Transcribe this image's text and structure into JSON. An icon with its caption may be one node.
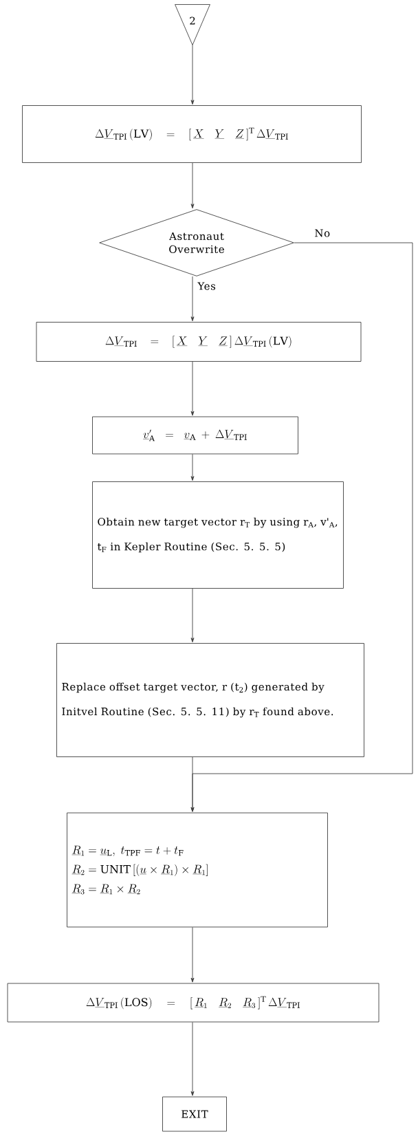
{
  "diagram": {
    "nodes": [
      {
        "text": [
          "2"
        ]
      },
      {
        "text": [
          "\\Delta\\underline{V}_{\\mathrm{TPI}}\\,(\\mathrm{LV}) = [\\,\\underline{X}\\quad\\underline{Y}\\quad\\underline{Z}\\,]^{\\mathrm{T}}\\,\\Delta\\underline{V}_{\\mathrm{TPI}}"
        ]
      },
      {
        "text": [
          "Astronaut Overwrite"
        ]
      },
      {
        "text": [
          "\\Delta\\underline{V}_{\\mathrm{TPI}} = [\\,\\underline{X}\\quad\\underline{Y}\\quad\\underline{Z}\\,]\\,\\Delta\\underline{V}_{\\mathrm{TPI}}\\,(\\mathrm{LV})"
        ]
      },
      {
        "text": [
          "\\underline{v}'_{\\mathrm{A}} = \\underline{v}_{\\mathrm{A}} + \\Delta\\underline{V}_{\\mathrm{TPI}}"
        ]
      },
      {
        "text": [
          "Obtain new target vector r$_{T}$ by using r$_{A}$, v'$_{A}$, t$_{F}$ in Kepler Routine (Sec. 5. 5. 5)"
        ]
      },
      {
        "text": [
          "Replace offset target vector, r (t$_{2}$) generated by Initvel Routine (Sec. 5. 5. 11) by r$_{T}$ found above."
        ]
      },
      {
        "text": [
          "\\underline{R}_1 = \\underline{u}_{\\mathrm{L}},\\; t_{\\mathrm{TPF}} = t + t_{\\mathrm{F}}",
          "\\underline{R}_2 = \\mathrm{UNIT}\\,[(\\underline{u}\\times\\underline{R}_1)\\times\\underline{R}_1]",
          "\\underline{R}_3 = \\underline{R}_1\\times\\underline{R}_2"
        ]
      },
      {
        "text": [
          "\\Delta\\underline{V}_{\\mathrm{TPI}}\\,(\\mathrm{LOS}) = [\\,\\underline{R}_1\\quad\\underline{R}_2\\quad\\underline{R}_3\\,]^{\\mathrm{T}}\\,\\Delta\\underline{V}_{\\mathrm{TPI}}"
        ]
      },
      {
        "text": [
          "EXIT"
        ]
      }
    ],
    "edges": [
      {
        "from": 0,
        "to": 1,
        "arrow": "to"
      },
      {
        "from": 1,
        "to": 2,
        "arrow": "to"
      },
      {
        "from": 2,
        "to": 3,
        "arrow": "to",
        "label": "Yes"
      },
      {
        "from": 3,
        "to": 4,
        "arrow": "to"
      },
      {
        "from": 4,
        "to": 5,
        "arrow": "to"
      },
      {
        "from": 5,
        "to": 6,
        "arrow": "to"
      },
      {
        "from": 6,
        "to": 7,
        "arrow": "to"
      },
      {
        "from": 2,
        "to": 7,
        "arrow": "to",
        "label": "No"
      },
      {
        "from": 7,
        "to": 8,
        "arrow": "to"
      },
      {
        "from": 8,
        "to": 9,
        "arrow": "to"
      }
    ]
  }
}
